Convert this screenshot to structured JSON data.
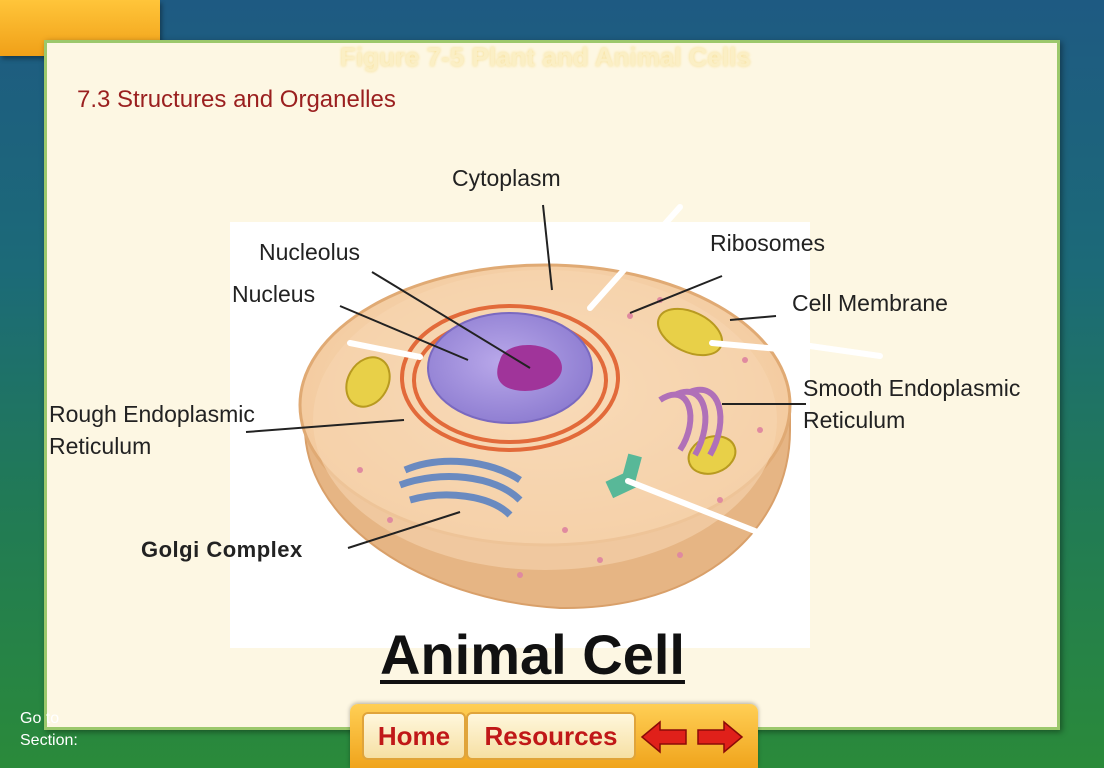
{
  "figure_title": "Figure 7-5 Plant and Animal Cells",
  "section_title": "7.3 Structures and Organelles",
  "main_title": "Animal Cell",
  "labels": {
    "cytoplasm": "Cytoplasm",
    "ribosomes": "Ribosomes",
    "nucleolus": "Nucleolus",
    "nucleus": "Nucleus",
    "cell_membrane": "Cell Membrane",
    "smooth_er_1": "Smooth Endoplasmic",
    "smooth_er_2": "Reticulum",
    "rough_er_1": "Rough Endoplasmic",
    "rough_er_2": "Reticulum",
    "golgi": "Golgi Complex"
  },
  "footer": {
    "goto_line1": "Go to",
    "goto_line2": "Section:",
    "home_label": "Home",
    "resources_label": "Resources"
  },
  "icons": {
    "back": "left-arrow-icon",
    "forward": "right-arrow-icon"
  },
  "colors": {
    "title_red": "#9a1f1f",
    "nav_text": "#c01818",
    "arrow_red": "#e0201a",
    "nucleus": "#9f8fd8",
    "nucleolus": "#a0349a",
    "mitochondria": "#e8d048"
  }
}
